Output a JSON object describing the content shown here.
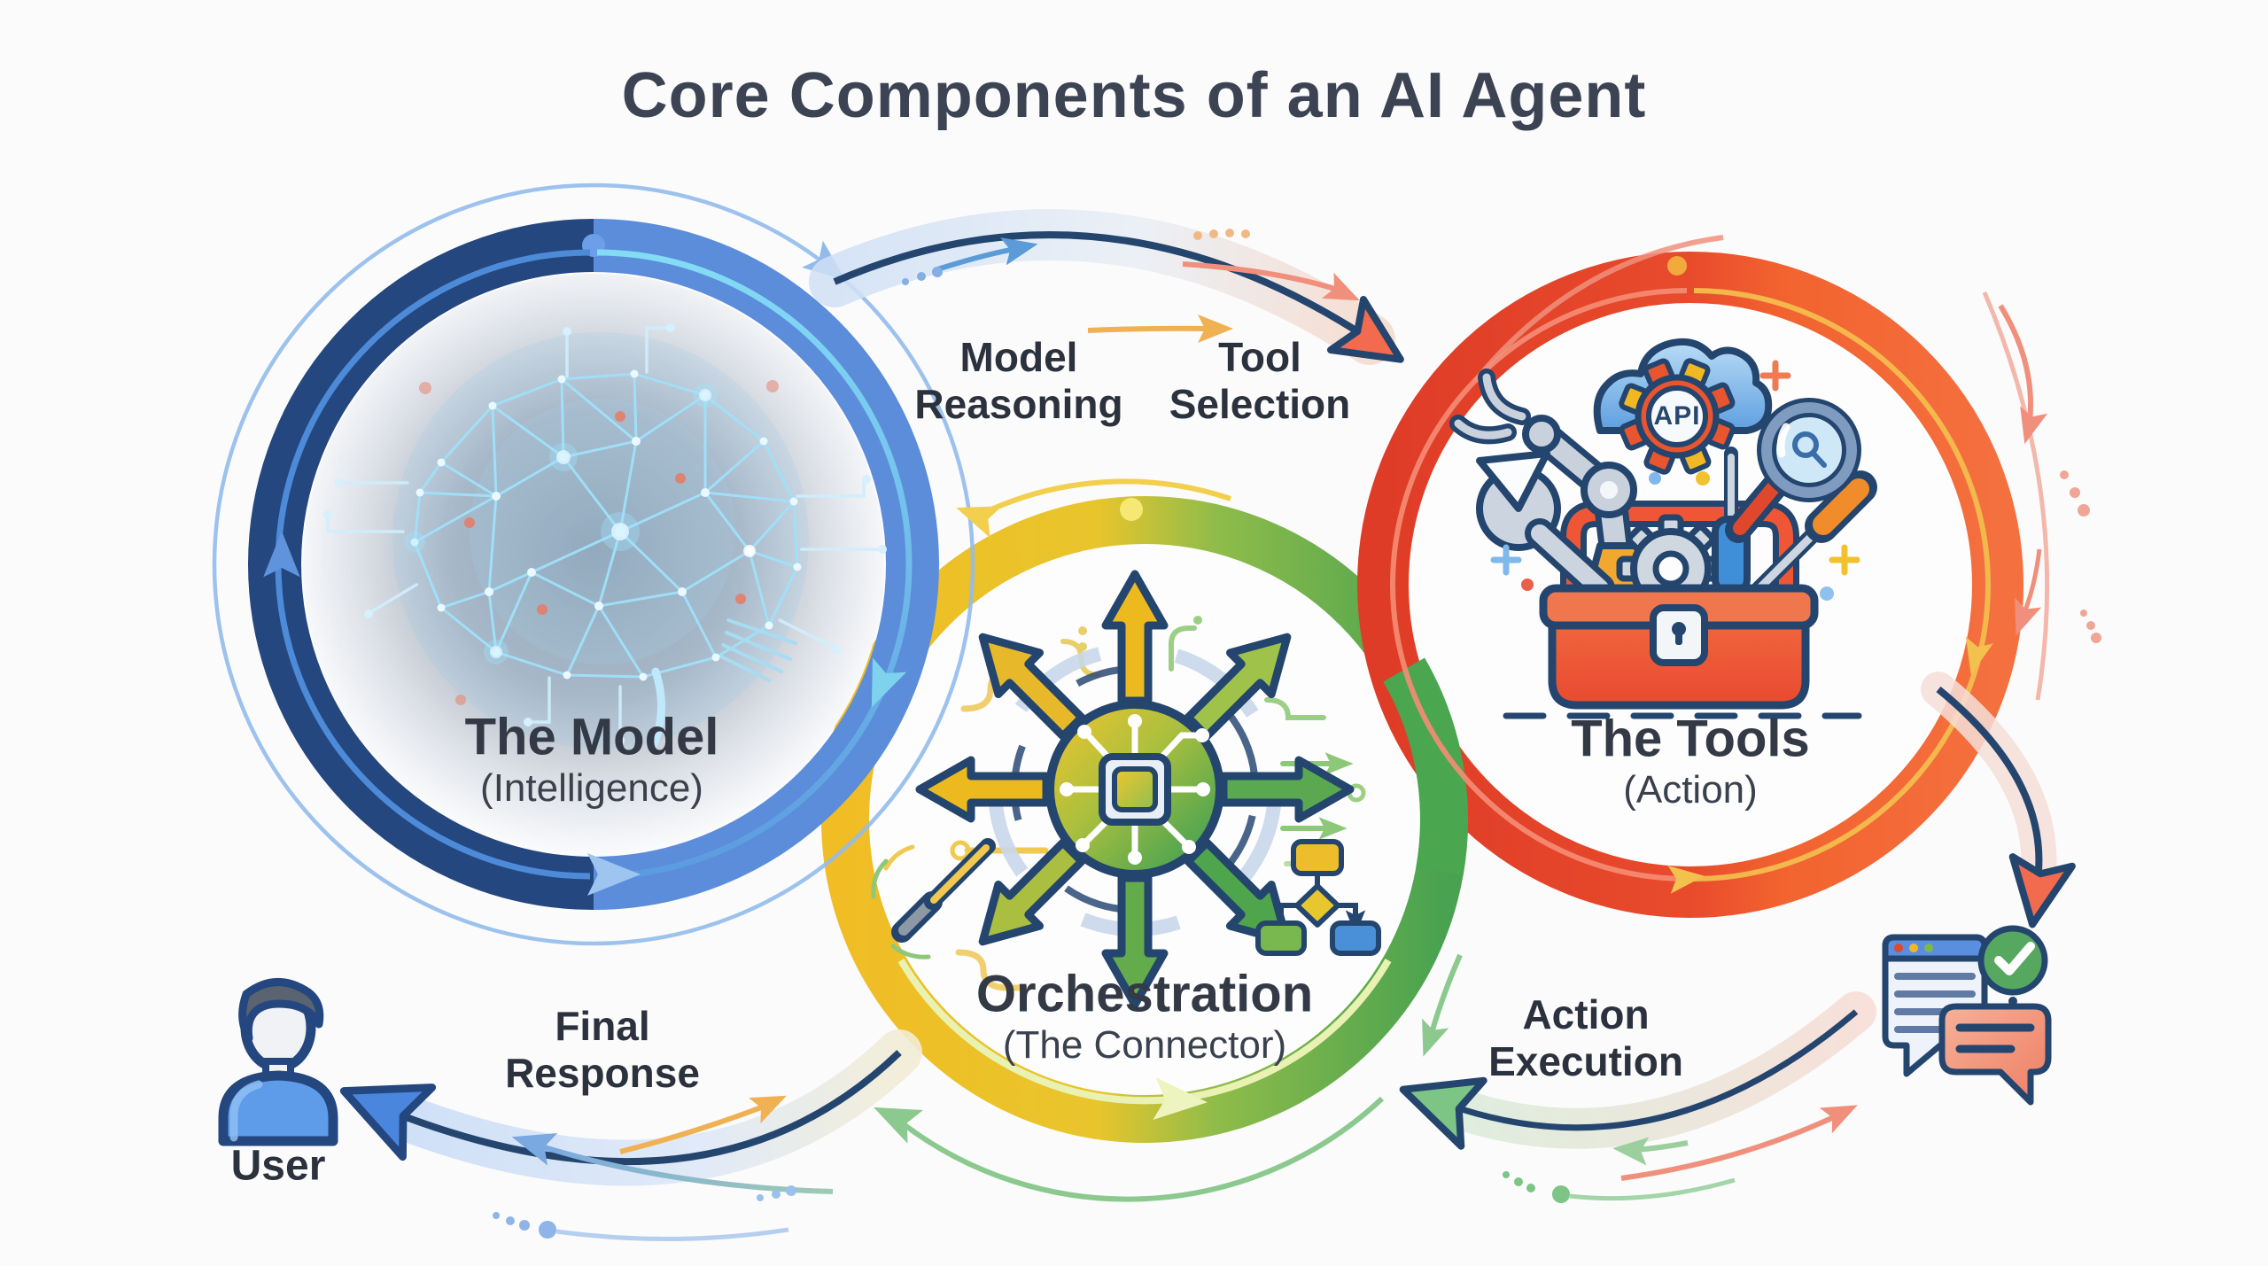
{
  "title": "Core Components of an AI Agent",
  "nodes": {
    "model": {
      "title": "The Model",
      "subtitle": "(Intelligence)"
    },
    "orchestration": {
      "title": "Orchestration",
      "subtitle": "(The Connector)"
    },
    "tools": {
      "title": "The Tools",
      "subtitle": "(Action)"
    }
  },
  "flow_labels": {
    "model_reasoning": "Model\nReasoning",
    "tool_selection": "Tool\nSelection",
    "final_response": "Final\nResponse",
    "action_execution": "Action\nExecution"
  },
  "user_label": "User",
  "api_badge": "API",
  "icons": {
    "model_center": "glowing-network-brain-icon",
    "orchestration_center": "chip-hub-with-arrows-icon",
    "orchestration_extra": [
      "magic-wand-icon",
      "mini-flowchart-icon"
    ],
    "tools_center": "toolbox-with-tools-icon",
    "tools_extra": [
      "api-cloud-gear-icon",
      "magnifier-icon",
      "robot-arm-icon",
      "wrench-icon",
      "screwdriver-icon",
      "gear-icon"
    ],
    "bottom_left": "user-person-icon",
    "bottom_right": "browser-check-chat-icon"
  },
  "palette": {
    "background": "#fbfbfc",
    "title_text": "#3c4454",
    "label_text": "#2c323d",
    "navy_outline": "#24456e",
    "model_ring_dark": "#24477f",
    "model_ring_light": "#5b8ddb",
    "model_inner_arc": "#84dcf4",
    "orchestration_yellow": "#f0bd25",
    "orchestration_green": "#48a250",
    "tools_red_dark": "#df3c27",
    "tools_red_light": "#f4703f",
    "salmon_arrow": "#f0907c",
    "green_arrow": "#8cc98f",
    "blue_arrow": "#5b9bd8",
    "yellow_arrow": "#f0b152",
    "arrowhead_orange_fill": "#f26b4e",
    "arrowhead_blue_fill": "#4a86dd",
    "arrowhead_green_fill": "#7cc584"
  }
}
